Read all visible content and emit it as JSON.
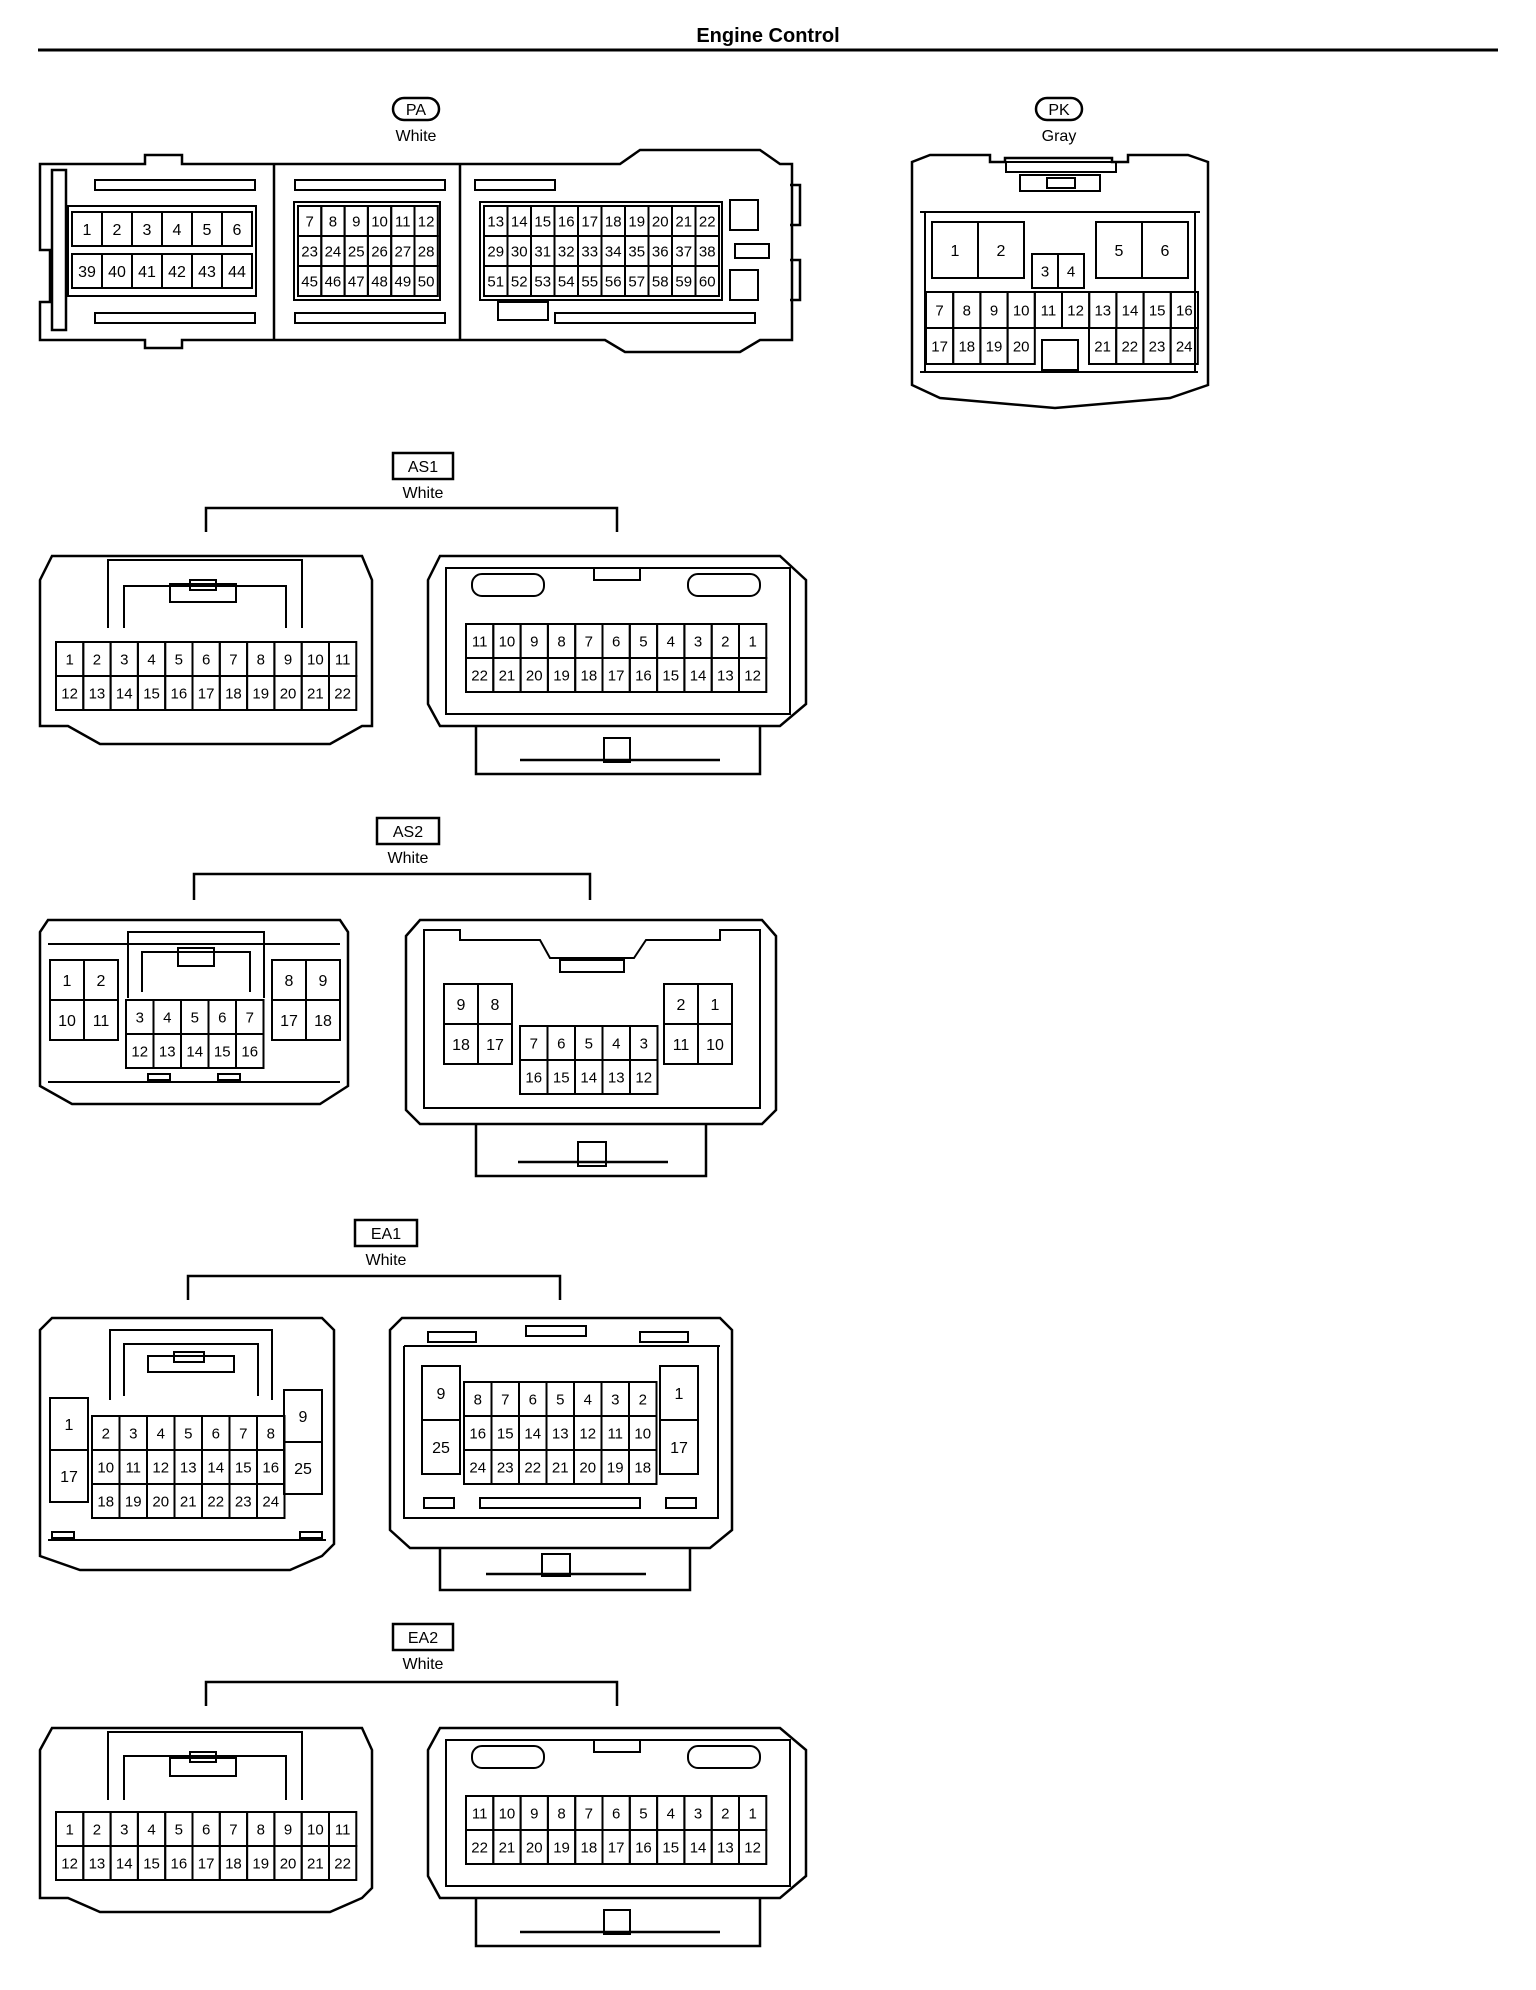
{
  "page": {
    "title": "Engine Control"
  },
  "connectors": {
    "pa": {
      "code": "PA",
      "color": "White"
    },
    "pk": {
      "code": "PK",
      "color": "Gray"
    },
    "as1": {
      "code": "AS1",
      "color": "White"
    },
    "as2": {
      "code": "AS2",
      "color": "White"
    },
    "ea1": {
      "code": "EA1",
      "color": "White"
    },
    "ea2": {
      "code": "EA2",
      "color": "White"
    }
  }
}
